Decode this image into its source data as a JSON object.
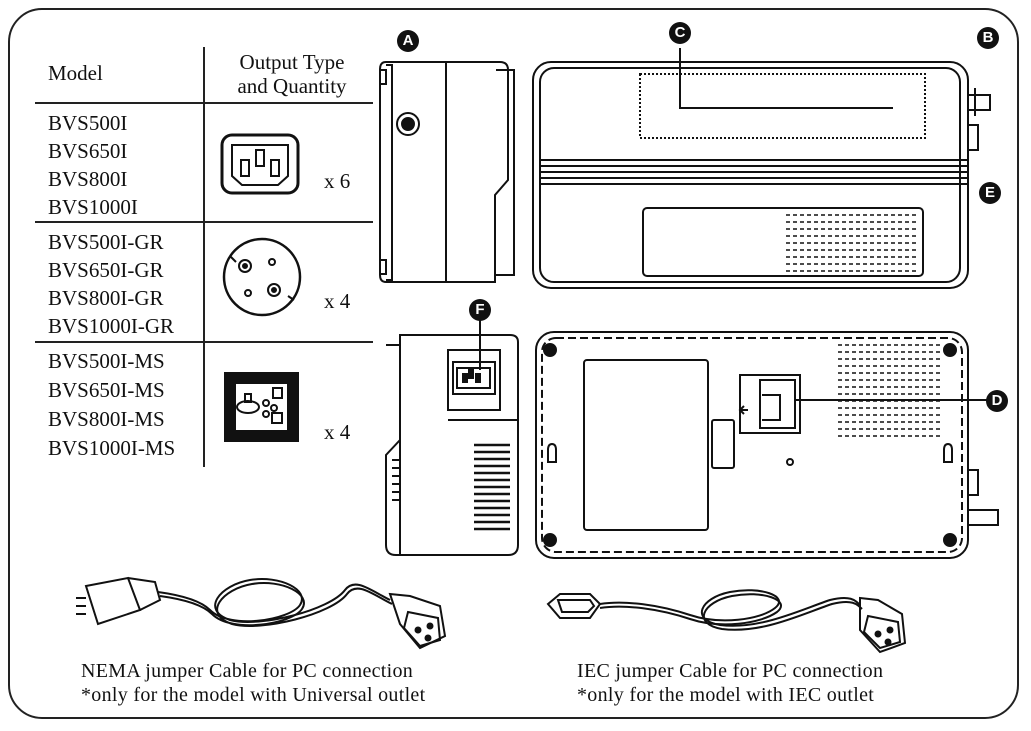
{
  "table": {
    "header_model": "Model",
    "header_output": [
      "Output Type",
      "and Quantity"
    ],
    "groups": [
      {
        "models": [
          "BVS500I",
          "BVS650I",
          "BVS800I",
          "BVS1000I"
        ],
        "outlet_icon": "iec-c13-outlet-icon",
        "quantity": "x 6"
      },
      {
        "models": [
          "BVS500I-GR",
          "BVS650I-GR",
          "BVS800I-GR",
          "BVS1000I-GR"
        ],
        "outlet_icon": "schuko-outlet-icon",
        "quantity": "x 4"
      },
      {
        "models": [
          "BVS500I-MS",
          "BVS650I-MS",
          "BVS800I-MS",
          "BVS1000I-MS"
        ],
        "outlet_icon": "universal-outlet-icon",
        "quantity": "x 4"
      }
    ]
  },
  "callouts": {
    "a": "A",
    "b": "B",
    "c": "C",
    "d": "D",
    "e": "E",
    "f": "F"
  },
  "captions": {
    "nema_line1": "NEMA jumper Cable for PC connection",
    "nema_line2": "*only for the model with Universal outlet",
    "iec_line1": "IEC jumper Cable for PC connection",
    "iec_line2": "*only for the model with IEC outlet"
  }
}
